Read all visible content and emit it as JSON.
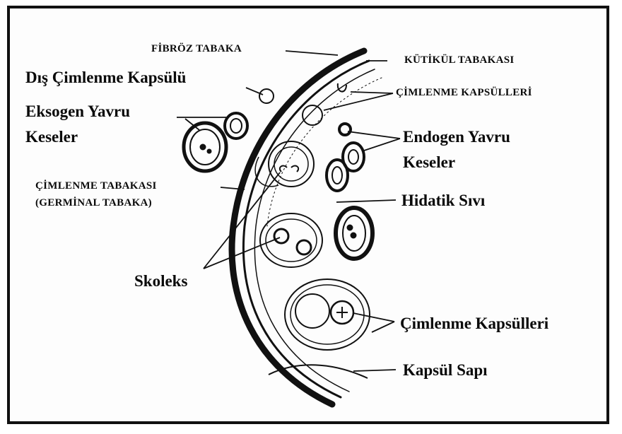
{
  "labels": {
    "fibroz_tabaka": "FİBRÖZ TABAKA",
    "kutikul_tabakasi": "KÜTİKÜL TABAKASI",
    "dis_cimlenme_kapsulu": "Dış Çimlenme Kapsülü",
    "cimlenme_kapsulleri_upper": "ÇİMLENME KAPSÜLLERİ",
    "eksogen_line1": "Eksogen Yavru",
    "eksogen_line2": "Keseler",
    "endogen_line1": "Endogen Yavru",
    "endogen_line2": "Keseler",
    "cimlenme_tabakasi_line1": "ÇİMLENME TABAKASI",
    "cimlenme_tabakasi_line2": "(GERMİNAL TABAKA)",
    "hidatik_sivi": "Hidatik Sıvı",
    "skoleks": "Skoleks",
    "cimlenme_kapsulleri_lower": "Çimlenme Kapsülleri",
    "kapsul_sapi": "Kapsül Sapı"
  },
  "colors": {
    "ink": "#111111",
    "paper": "#fdfdfd"
  }
}
